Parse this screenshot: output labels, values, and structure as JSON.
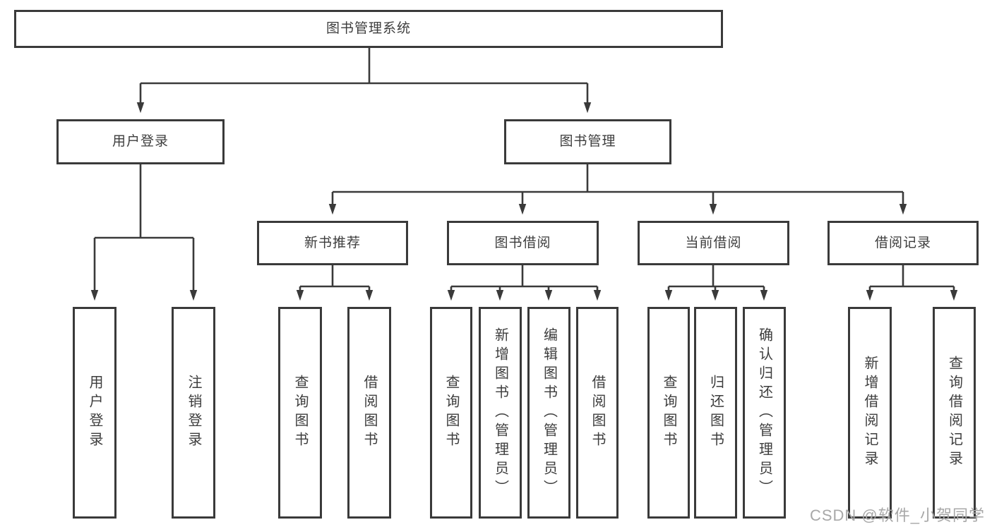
{
  "diagram": {
    "root": {
      "label": "图书管理系统"
    },
    "level2": [
      {
        "id": "user-login",
        "label": "用户登录"
      },
      {
        "id": "book-management",
        "label": "图书管理"
      }
    ],
    "level3": [
      {
        "id": "new-book-recommend",
        "label": "新书推荐"
      },
      {
        "id": "book-borrowing",
        "label": "图书借阅"
      },
      {
        "id": "current-borrowing",
        "label": "当前借阅"
      },
      {
        "id": "borrowing-records",
        "label": "借阅记录"
      }
    ],
    "leaves": {
      "user_login": [
        "用户登录",
        "注销登录"
      ],
      "new_book_recommend": [
        "查询图书",
        "借阅图书"
      ],
      "book_borrowing": [
        "查询图书",
        "新增图书（管理员）",
        "编辑图书（管理员）",
        "借阅图书"
      ],
      "current_borrowing": [
        "查询图书",
        "归还图书",
        "确认归还（管理员）"
      ],
      "borrowing_records": [
        "新增借阅记录",
        "查询借阅记录"
      ]
    }
  },
  "colors": {
    "line": "#3a3a3a",
    "box_background": "#ffffff",
    "watermark": "#a8a8a8"
  },
  "watermark": {
    "text": "CSDN @软件_小贺同学"
  }
}
